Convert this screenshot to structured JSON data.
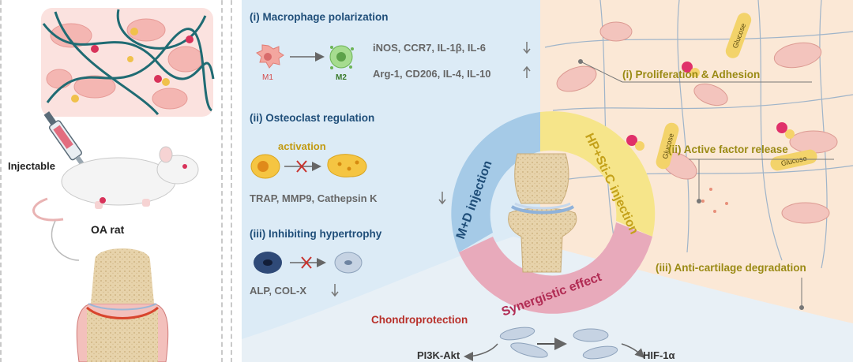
{
  "left_panel": {
    "injectable_label": "Injectable",
    "oa_rat_label": "OA rat"
  },
  "macrophage": {
    "title": "(i) Macrophage polarization",
    "m1_label": "M1",
    "m2_label": "M2",
    "down_markers": "iNOS, CCR7, IL-1β, IL-6",
    "up_markers": "Arg-1, CD206, IL-4, IL-10"
  },
  "osteoclast": {
    "title": "(ii) Osteoclast regulation",
    "activation_label": "activation",
    "down_markers": "TRAP, MMP9, Cathepsin K"
  },
  "hypertrophy": {
    "title": "(iii) Inhibiting hypertrophy",
    "down_markers": "ALP, COL-X"
  },
  "center": {
    "left_arc_label": "M+D injection",
    "right_arc_label": "HP+Sti-C injection",
    "bottom_arc_label": "Synergistic effect"
  },
  "right_panel": {
    "proliferation_label": "(i) Proliferation & Adhesion",
    "release_label": "(ii) Active factor release",
    "anti_degradation_label": "(iii) Anti-cartilage degradation",
    "glucose_label": "Glucose"
  },
  "bottom": {
    "chondroprotection_label": "Chondroprotection",
    "pathway_left": "PI3K-Akt",
    "pathway_right": "HIF-1α"
  },
  "colors": {
    "blue_panel": "#dcebf6",
    "peach_panel": "#fbe8d6",
    "navy_text": "#1f4e79",
    "olive_text": "#9a8a14",
    "magenta_text": "#c43c6b",
    "red_text": "#b8302a",
    "m1_color": "#f19a93",
    "m2_color": "#8ed07a",
    "arc_blue": "#9fc7e6",
    "arc_yellow": "#f4e27c",
    "arc_pink": "#e4a4b4"
  }
}
